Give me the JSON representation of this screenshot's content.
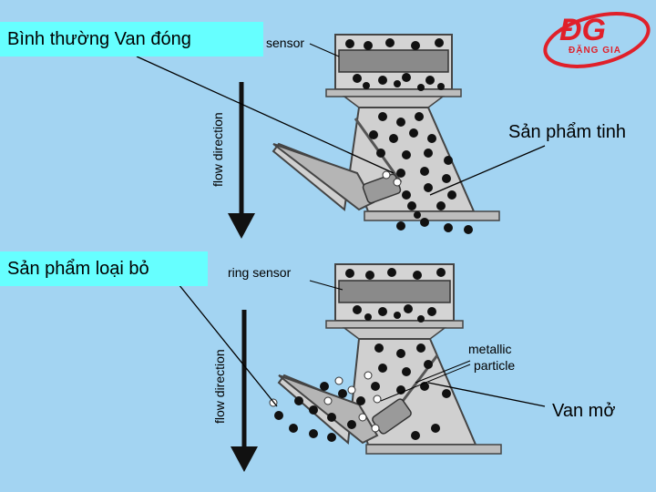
{
  "labels": {
    "normal_valve_closed": "Bình thường Van đóng",
    "good_product": "Sản phẩm tinh",
    "rejected_product": "Sản phẩm loại bỏ",
    "valve_open": "Van mở"
  },
  "diagram_top": {
    "sensor_label": "sensor",
    "flow_label": "flow direction"
  },
  "diagram_bottom": {
    "sensor_label": "ring sensor",
    "flow_label": "flow direction",
    "metal_label_1": "metallic",
    "metal_label_2": "particle"
  },
  "logo": {
    "mark": "ĐG",
    "text": "ĐẶNG GIA",
    "color": "#e0202a"
  },
  "colors": {
    "background": "#a3d4f2",
    "callout": "#66ffff",
    "machine_fill": "#d0d0d0",
    "machine_dark": "#7a7a7a"
  }
}
